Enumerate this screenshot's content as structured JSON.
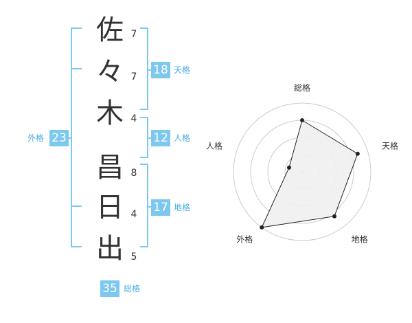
{
  "characters": [
    {
      "char": "佐",
      "strokes": "7"
    },
    {
      "char": "々",
      "strokes": "7"
    },
    {
      "char": "木",
      "strokes": "4"
    },
    {
      "char": "昌",
      "strokes": "8"
    },
    {
      "char": "日",
      "strokes": "4"
    },
    {
      "char": "出",
      "strokes": "5"
    }
  ],
  "fortunes": {
    "tenkaku": {
      "label": "天格",
      "value": "18"
    },
    "jinkaku": {
      "label": "人格",
      "value": "12"
    },
    "chikaku": {
      "label": "地格",
      "value": "17"
    },
    "gaikaku": {
      "label": "外格",
      "value": "23"
    },
    "soukaku": {
      "label": "総格",
      "value": "35"
    }
  },
  "chart_data": {
    "type": "radar",
    "axes": [
      "総格",
      "天格",
      "地格",
      "外格",
      "人格"
    ],
    "values": [
      0.75,
      0.85,
      0.8,
      1.0,
      0.2
    ],
    "range": [
      0,
      1
    ],
    "rings": 4,
    "fill_color": "#efefef",
    "line_color": "#222222",
    "grid_color": "#cccccc"
  },
  "colors": {
    "accent": "#7cc8ef",
    "accent_text": "#4aaee3",
    "text": "#333333"
  }
}
